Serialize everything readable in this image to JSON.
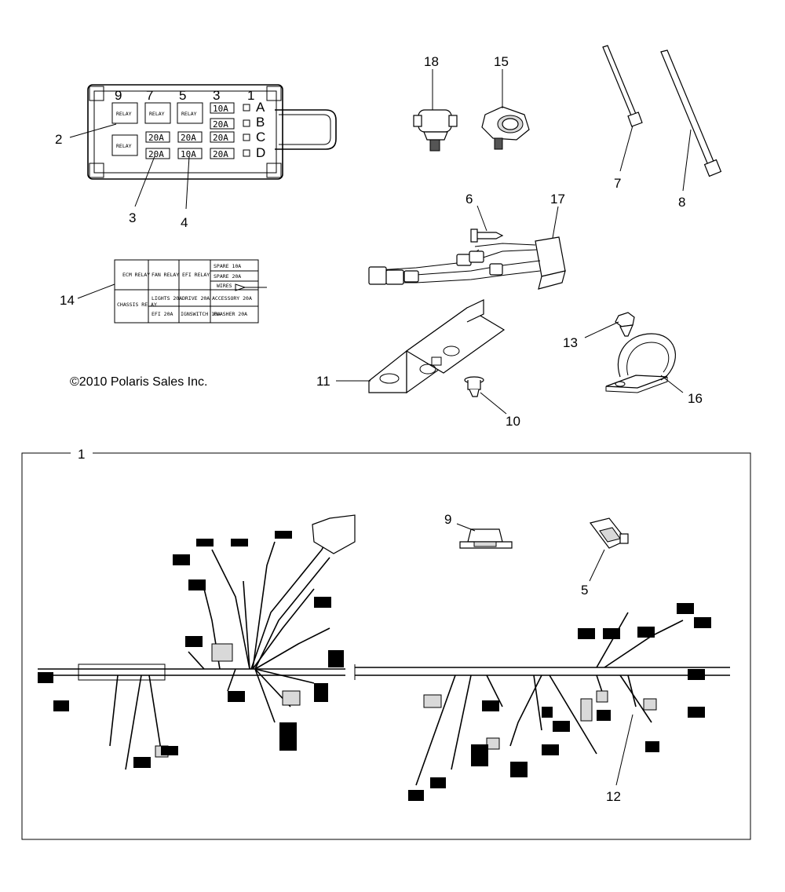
{
  "callouts": {
    "c1": "1",
    "c2": "2",
    "c3": "3",
    "c4": "4",
    "c5": "5",
    "c6": "6",
    "c7": "7",
    "c8": "8",
    "c9": "9",
    "c10": "10",
    "c11": "11",
    "c12": "12",
    "c13": "13",
    "c14": "14",
    "c15": "15",
    "c16": "16",
    "c17": "17",
    "c18": "18"
  },
  "fuse_box": {
    "top_numbers": [
      "9",
      "7",
      "5",
      "3",
      "1"
    ],
    "row_letters": [
      "A",
      "B",
      "C",
      "D"
    ],
    "relay_label": "RELAY",
    "fuses": [
      "10A",
      "20A",
      "20A",
      "20A",
      "20A",
      "20A",
      "10A",
      "20A"
    ]
  },
  "decal": {
    "cells": {
      "ecm": "ECM RELAY",
      "fan": "FAN RELAY",
      "efi": "EFI RELAY",
      "spare10": "SPARE 10A",
      "spare20": "SPARE 20A",
      "wires": "WIRES",
      "chassis": "CHASSIS RELAY",
      "lights": "LIGHTS 20A",
      "drive": "DRIVE 20A",
      "accessory": "ACCESSORY 20A",
      "efi20": "EFI 20A",
      "ignswitch": "IGNSWITCH 10A",
      "flasher": "FLASHER 20A"
    }
  },
  "copyright": "©2010 Polaris Sales Inc."
}
